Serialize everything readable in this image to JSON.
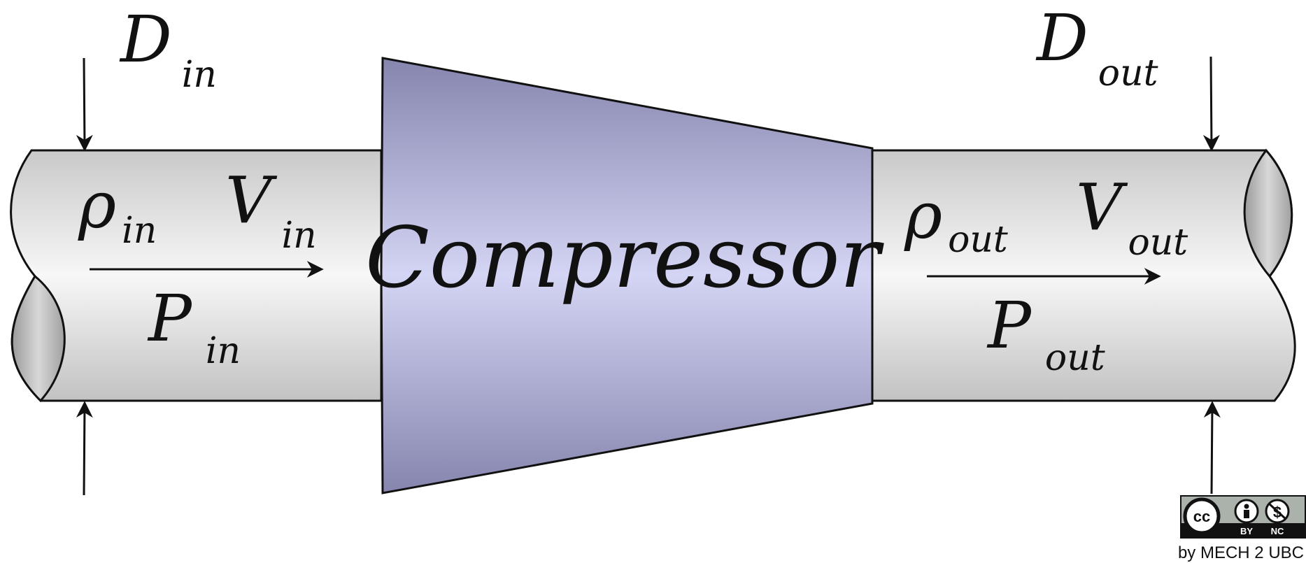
{
  "compressor": {
    "label": "Compressor"
  },
  "inlet": {
    "diameter": {
      "symbol": "D",
      "subscript": "in"
    },
    "density": {
      "symbol": "ρ",
      "subscript": "in"
    },
    "velocity": {
      "symbol": "V",
      "subscript": "in"
    },
    "pressure": {
      "symbol": "P",
      "subscript": "in"
    }
  },
  "outlet": {
    "diameter": {
      "symbol": "D",
      "subscript": "out"
    },
    "density": {
      "symbol": "ρ",
      "subscript": "out"
    },
    "velocity": {
      "symbol": "V",
      "subscript": "out"
    },
    "pressure": {
      "symbol": "P",
      "subscript": "out"
    }
  },
  "license": {
    "badge_cc": "cc",
    "badge_by": "BY",
    "badge_nc": "NC",
    "credit": "by MECH 2 UBC"
  },
  "colors": {
    "pipe_light": "#f6f6f6",
    "pipe_dark": "#c4c4c4",
    "compressor_light": "#d4d4f4",
    "compressor_dark": "#8585ae",
    "stroke": "#111111"
  }
}
